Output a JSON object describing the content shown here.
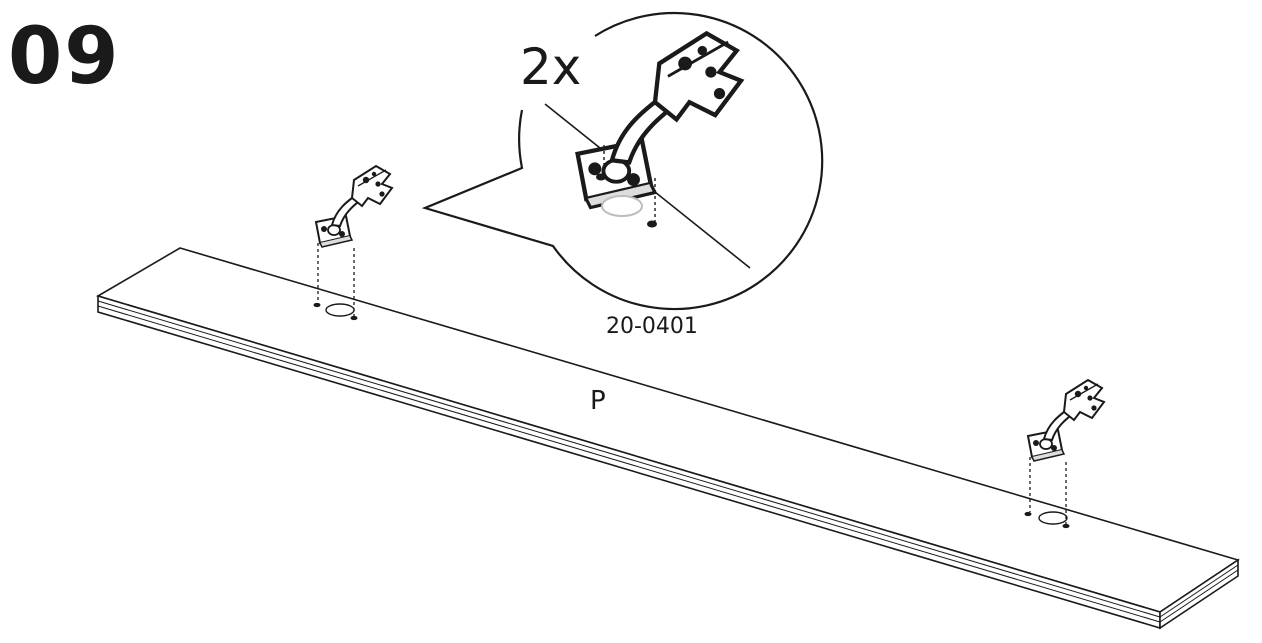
{
  "step": {
    "number": "09"
  },
  "detail": {
    "quantity": "2x",
    "part_code": "20-0401"
  },
  "panel": {
    "label": "P"
  },
  "colors": {
    "ink": "#1a1a1a",
    "background": "#ffffff"
  },
  "icons": [
    "hinge-icon",
    "screw-hole-icon",
    "hinge-cup-hole-icon"
  ]
}
